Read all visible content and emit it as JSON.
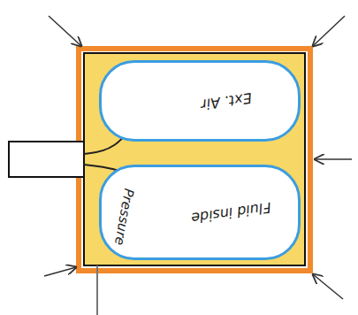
{
  "diagram": {
    "nodes": [
      {
        "text": [
          "Ext. Air"
        ]
      },
      {
        "text": [
          "Fluid inside"
        ]
      }
    ],
    "labels": [
      "Pressure"
    ]
  }
}
